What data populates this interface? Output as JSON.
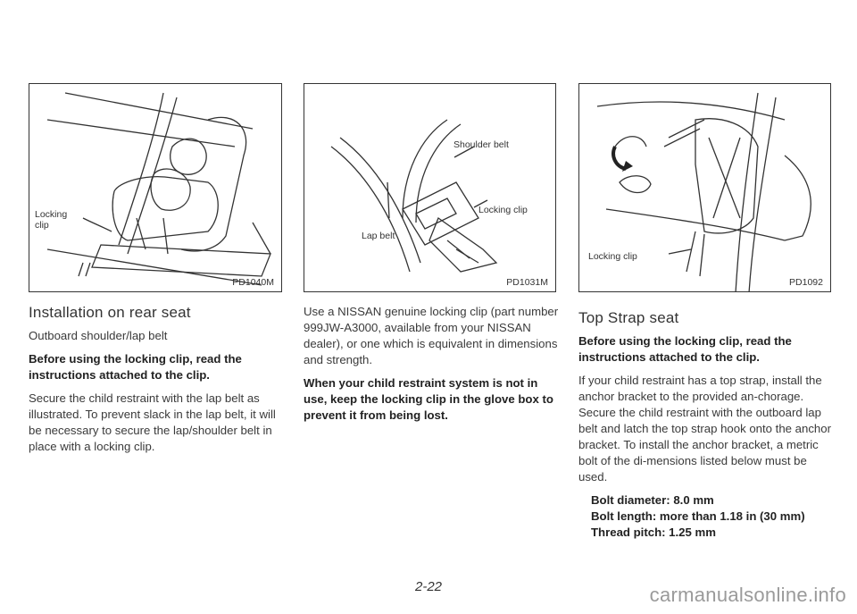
{
  "figures": {
    "fig1": {
      "labels": [
        "Locking",
        "clip"
      ],
      "code": "PD1040M"
    },
    "fig2": {
      "shoulder_label": "Shoulder belt",
      "locking_label": "Locking clip",
      "lap_label": "Lap belt",
      "code": "PD1031M"
    },
    "fig3": {
      "locking_label": "Locking clip",
      "code": "PD1092"
    }
  },
  "col1": {
    "heading": "Installation on rear seat",
    "subheading": "Outboard shoulder/lap belt",
    "warning": "Before using the locking clip, read the instructions attached to the clip.",
    "body": "Secure the child restraint with the lap belt as illustrated. To prevent slack in the lap belt, it will be necessary to secure the lap/shoulder belt in place with a locking clip."
  },
  "col2": {
    "body": "Use a NISSAN genuine locking clip (part number 999JW-A3000, available from your NISSAN dealer), or one which is equivalent in dimensions and strength.",
    "warning": "When your child restraint system is not in use, keep the locking clip in the glove box to prevent it from being lost."
  },
  "col3": {
    "heading": "Top Strap seat",
    "warning": "Before using the locking clip, read the instructions attached to the clip.",
    "body": "If your child restraint has a top strap, install the anchor bracket to the provided an-chorage. Secure the child restraint with the outboard lap belt and latch the top strap hook onto the anchor bracket. To install the anchor bracket, a metric bolt of the di-mensions listed below must be used.",
    "specs": [
      "Bolt diameter: 8.0 mm",
      "Bolt length: more than 1.18 in (30 mm)",
      "Thread pitch: 1.25 mm"
    ]
  },
  "page_number": "2-22",
  "watermark": "carmanualsonline.info"
}
